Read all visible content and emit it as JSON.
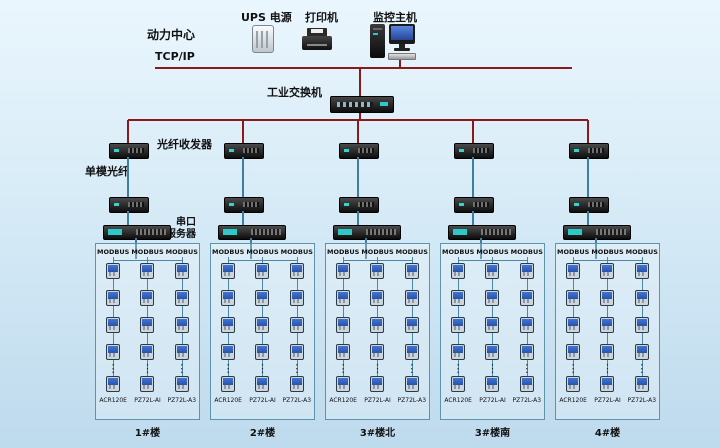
{
  "top": {
    "power_center": "动力中心",
    "ups_label": "UPS 电源",
    "printer_label": "打印机",
    "host_label": "监控主机",
    "tcpip_label": "TCP/IP",
    "switch_label": "工业交换机"
  },
  "annotations": {
    "fiber_transceiver": "光纤收发器",
    "single_mode_fiber": "单模光纤",
    "serial_server_line1": "串口",
    "serial_server_line2": "服务器"
  },
  "branch_common": {
    "modbus_labels": [
      "MODBUS",
      "MODBUS",
      "MODBUS"
    ],
    "meter_models": [
      "ACR120E",
      "PZ72L-AI",
      "PZ72L-A3"
    ],
    "ellipsis": "⋮",
    "visible_meter_rows": 4,
    "bottom_meter_rows": 1
  },
  "branches": [
    {
      "building": "1#楼"
    },
    {
      "building": "2#楼"
    },
    {
      "building": "3#楼北"
    },
    {
      "building": "3#楼南"
    },
    {
      "building": "4#楼"
    }
  ],
  "colors": {
    "background_top": "#eaf6fd",
    "background_bottom": "#bedaed",
    "tcpip_bus_line": "#8b1a1a",
    "fiber_line": "#3d7f9e",
    "box_border": "#5f93ad",
    "meter_screen": "#3f76d6",
    "label_text": "#111111"
  }
}
